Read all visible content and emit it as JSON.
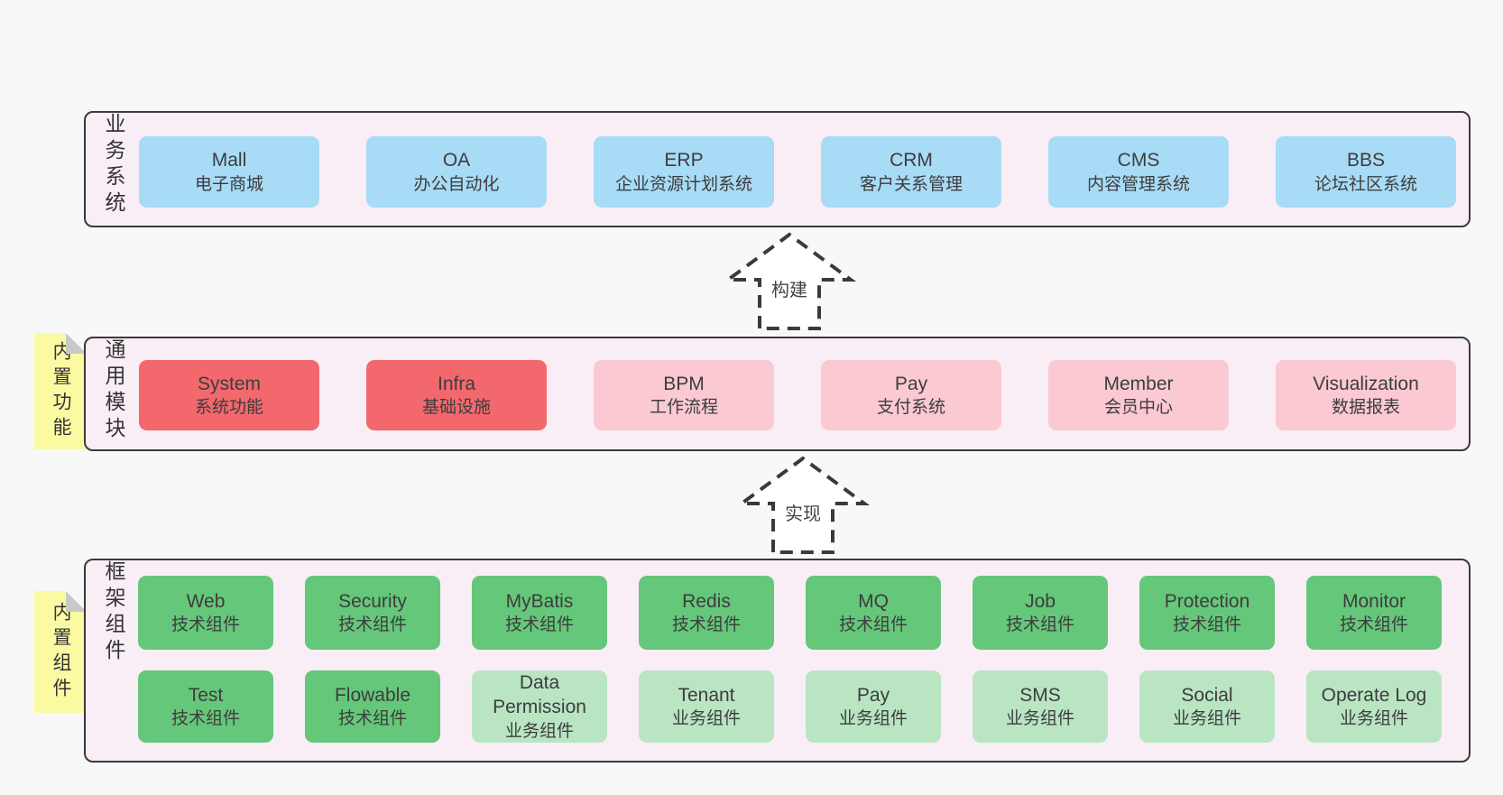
{
  "colors": {
    "page_bg": "#f8f8f8",
    "panel_bg": "#f9eef6",
    "panel_border": "#3a3a3a",
    "blue_box": "#a8dbf6",
    "red_box": "#f2686d",
    "pink_box": "#fbc9d2",
    "green_box": "#65c77a",
    "green_light_box": "#b9e5c3",
    "sticky_tab": "#fafaa3",
    "fold_gray": "#c9c9c9",
    "text": "#3d3d3d"
  },
  "layers": {
    "business": {
      "side_label": "业务系统",
      "boxes": [
        {
          "title": "Mall",
          "subtitle": "电子商城"
        },
        {
          "title": "OA",
          "subtitle": "办公自动化"
        },
        {
          "title": "ERP",
          "subtitle": "企业资源计划系统"
        },
        {
          "title": "CRM",
          "subtitle": "客户关系管理"
        },
        {
          "title": "CMS",
          "subtitle": "内容管理系统"
        },
        {
          "title": "BBS",
          "subtitle": "论坛社区系统"
        }
      ]
    },
    "modules": {
      "tab_label": "内置功能",
      "side_label": "通用模块",
      "boxes": [
        {
          "title": "System",
          "subtitle": "系统功能"
        },
        {
          "title": "Infra",
          "subtitle": "基础设施"
        },
        {
          "title": "BPM",
          "subtitle": "工作流程"
        },
        {
          "title": "Pay",
          "subtitle": "支付系统"
        },
        {
          "title": "Member",
          "subtitle": "会员中心"
        },
        {
          "title": "Visualization",
          "subtitle": "数据报表"
        }
      ]
    },
    "components": {
      "tab_label": "内置组件",
      "side_label": "框架组件",
      "row1": [
        {
          "title": "Web",
          "subtitle": "技术组件"
        },
        {
          "title": "Security",
          "subtitle": "技术组件"
        },
        {
          "title": "MyBatis",
          "subtitle": "技术组件"
        },
        {
          "title": "Redis",
          "subtitle": "技术组件"
        },
        {
          "title": "MQ",
          "subtitle": "技术组件"
        },
        {
          "title": "Job",
          "subtitle": "技术组件"
        },
        {
          "title": "Protection",
          "subtitle": "技术组件"
        },
        {
          "title": "Monitor",
          "subtitle": "技术组件"
        }
      ],
      "row2": [
        {
          "title": "Test",
          "subtitle": "技术组件"
        },
        {
          "title": "Flowable",
          "subtitle": "技术组件"
        },
        {
          "title": "Data Permission",
          "subtitle": "业务组件"
        },
        {
          "title": "Tenant",
          "subtitle": "业务组件"
        },
        {
          "title": "Pay",
          "subtitle": "业务组件"
        },
        {
          "title": "SMS",
          "subtitle": "业务组件"
        },
        {
          "title": "Social",
          "subtitle": "业务组件"
        },
        {
          "title": "Operate Log",
          "subtitle": "业务组件"
        }
      ]
    }
  },
  "arrows": [
    {
      "label": "构建"
    },
    {
      "label": "实现"
    }
  ]
}
